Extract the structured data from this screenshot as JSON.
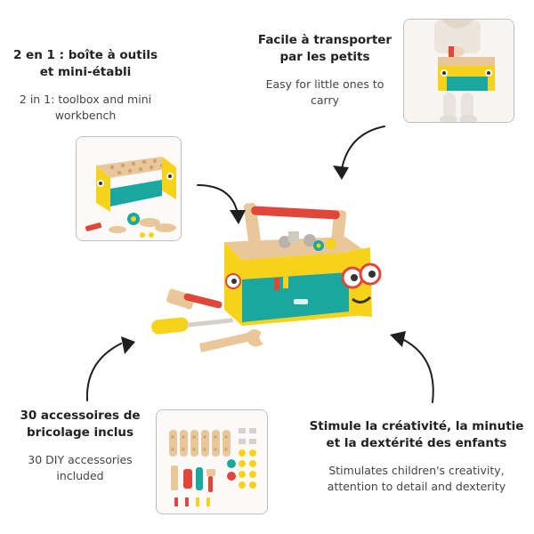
{
  "features": {
    "two_in_one": {
      "fr": "2 en 1 : boîte à outils et mini-établi",
      "en": "2 in 1: toolbox and mini workbench"
    },
    "easy_carry": {
      "fr": "Facile à transporter par les petits",
      "en": "Easy for little ones to carry"
    },
    "accessories": {
      "fr": "30 accessoires de bricolage inclus",
      "en": "30 DIY accessories included"
    },
    "skills": {
      "fr": "Stimule la créativité, la minutie et la dextérité des enfants",
      "en": "Stimulates children's creativity, attention to detail and dexterity"
    }
  },
  "colors": {
    "wood": "#e9c79a",
    "yellow": "#f6d21a",
    "teal": "#1aa7a0",
    "red": "#e0463a",
    "caption": "#222222",
    "border": "#bdbdbd"
  }
}
